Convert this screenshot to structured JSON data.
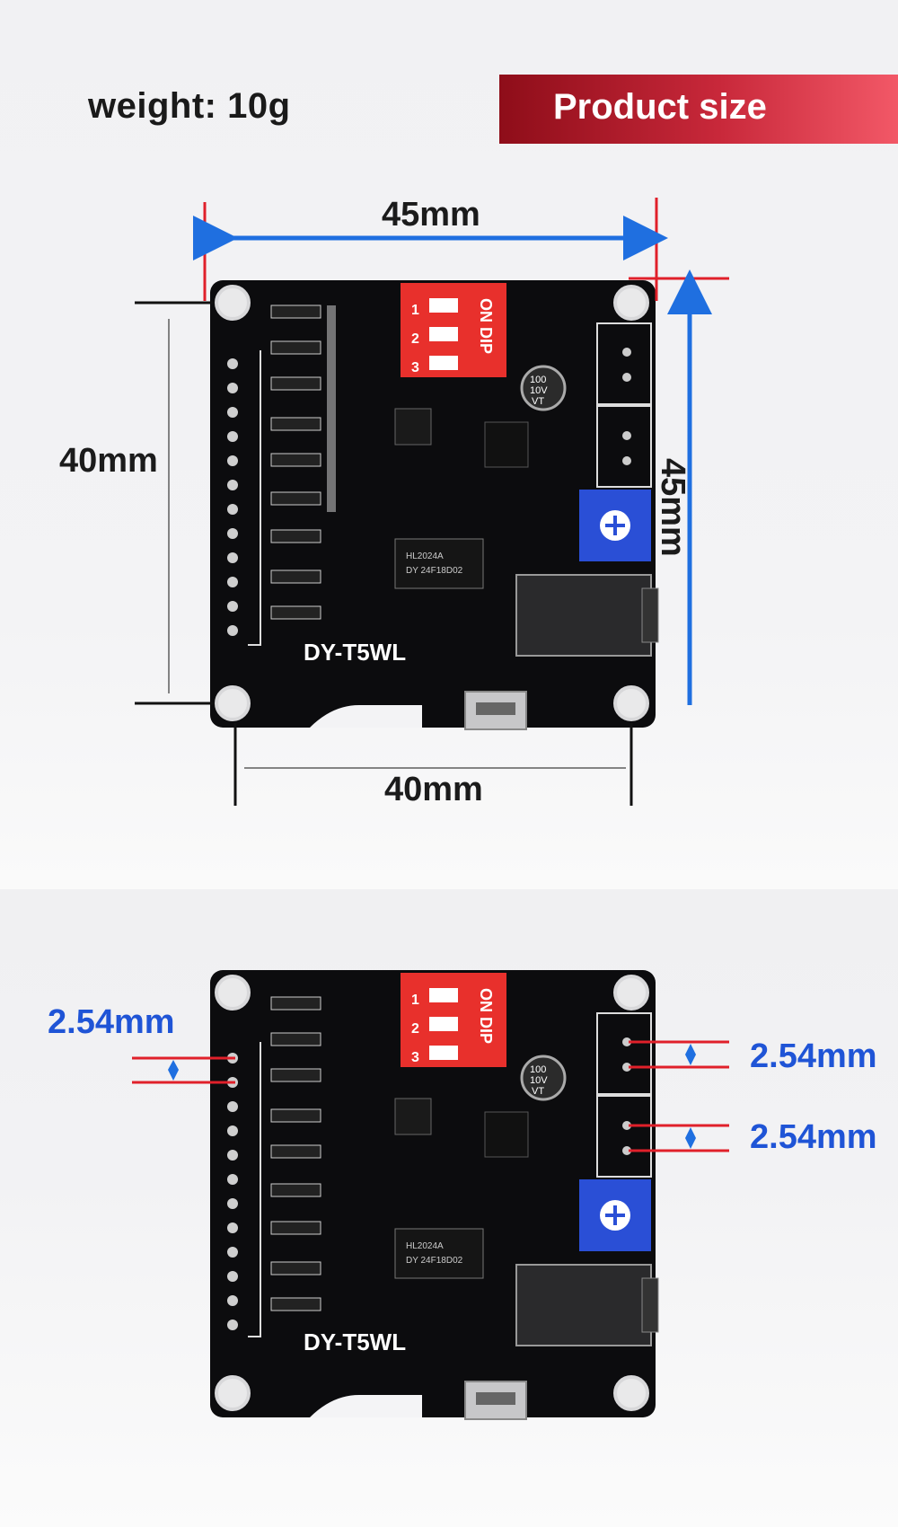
{
  "header": {
    "weight_label": "weight: 10g",
    "banner_title": "Product size"
  },
  "top_view": {
    "width_label": "45mm",
    "height_label": "45mm",
    "hole_height_label": "40mm",
    "hole_width_label": "40mm"
  },
  "bottom_view": {
    "pitch_left_label": "2.54mm",
    "pitch_right_top_label": "2.54mm",
    "pitch_right_bottom_label": "2.54mm"
  },
  "board": {
    "model": "DY-T5WL",
    "dip_label": "ON DIP",
    "dip_numbers": [
      "1",
      "2",
      "3"
    ],
    "capacitor_text": [
      "100",
      "10V",
      "VT"
    ],
    "chip_text": [
      "HL2024A",
      "DY 24F18D02"
    ]
  },
  "colors": {
    "banner_start": "#8e0d19",
    "banner_end": "#f25867",
    "arrow_blue": "#1f6fe0",
    "marker_red": "#e0202a",
    "board_black": "#0c0c0e",
    "dip_red": "#e8302c",
    "pot_blue": "#2a4fd6"
  }
}
